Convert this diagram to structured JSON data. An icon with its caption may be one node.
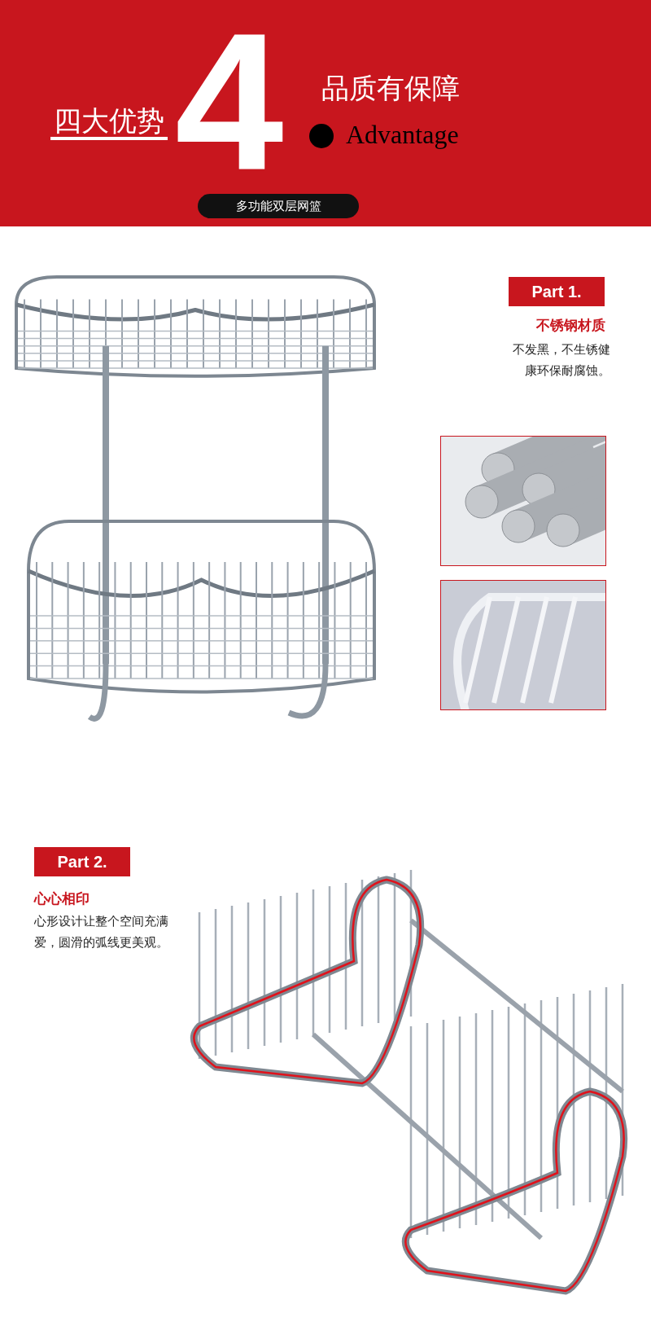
{
  "diagram": {
    "labels": [
      "4",
      "四大优势",
      "品质有保障",
      "Advantage",
      "多功能双层网篮",
      "Part 1.",
      "不锈钢材质",
      "不发黑，不生锈健康环保耐腐蚀。",
      "Part 2.",
      "心心相印",
      "心形设计让整个空间充满爱，圆滑的弧线更美观。"
    ]
  }
}
